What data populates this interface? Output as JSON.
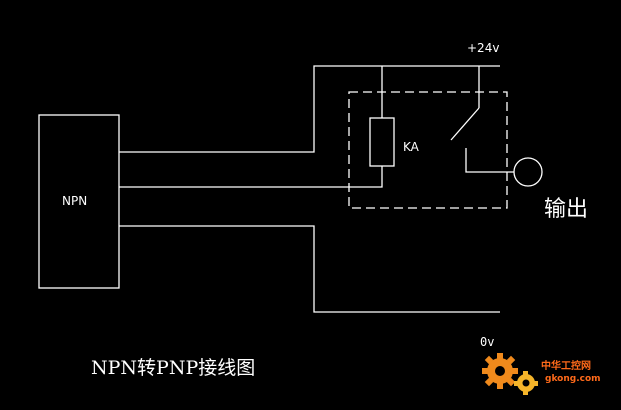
{
  "diagram": {
    "supply_label": "+24v",
    "ground_label": "0v",
    "npn_label": "NPN",
    "relay_label": "KA",
    "output_label": "输出",
    "caption": "NPN转PNP接线图"
  },
  "watermark": {
    "site_name": "中华工控网",
    "site_url": "gkong.com"
  },
  "colors": {
    "background": "#000000",
    "lines": "#ffffff",
    "logo_text": "#ff6a1a",
    "gear_primary": "#f08a1c",
    "gear_secondary": "#f5b52a"
  }
}
